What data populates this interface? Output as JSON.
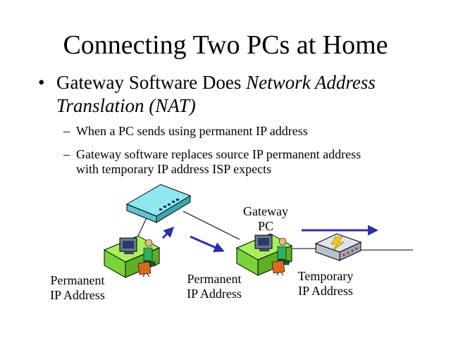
{
  "slide": {
    "title": "Connecting Two PCs at Home",
    "bullet": {
      "marker": "•",
      "text_plain": "Gateway Software Does ",
      "text_italic": "Network Address Translation (NAT)"
    },
    "subbullets": [
      {
        "marker": "–",
        "text": "When a PC sends using permanent IP address"
      },
      {
        "marker": "–",
        "text": "Gateway software replaces source IP permanent address with temporary IP address ISP expects"
      }
    ]
  },
  "diagram": {
    "labels": {
      "pc1_line1": "Permanent",
      "pc1_line2": "IP Address",
      "pc2_line1": "Permanent",
      "pc2_line2": "IP Address",
      "gateway_line1": "Gateway",
      "gateway_line2": "PC",
      "temp_line1": "Temporary",
      "temp_line2": "IP Address"
    },
    "icons": {
      "hub": "network-hub-icon",
      "pc_left": "desktop-workstation-icon",
      "pc_gateway": "gateway-workstation-icon",
      "modem": "modem-lightning-icon",
      "arrows": "arrow-right-icon"
    },
    "colors": {
      "arrow": "#2f2fa8",
      "hub_top": "#8ee8ee",
      "desk": "#7cd23a",
      "shirt": "#2fb060"
    }
  }
}
